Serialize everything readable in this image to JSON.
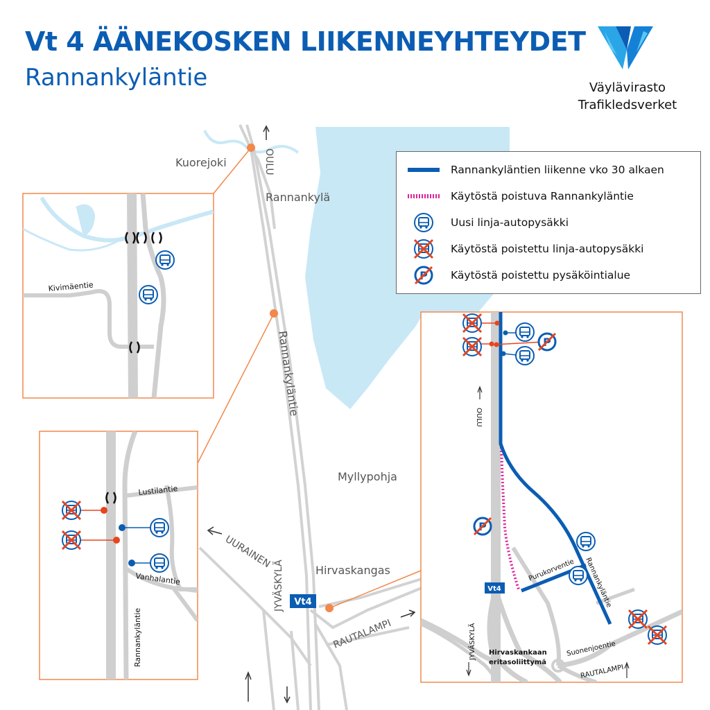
{
  "header": {
    "title": "Vt 4 ÄÄNEKOSKEN LIIKENNEYHTEYDET",
    "subtitle": "Rannankyläntie"
  },
  "logo": {
    "icon": "vaylavirasto-v-logo-icon",
    "line1": "Väylävirasto",
    "line2": "Trafikledsverket"
  },
  "legend": {
    "items": [
      {
        "symbol": "blue-road-line",
        "label": "Rannankyläntien liikenne vko 30 alkaen"
      },
      {
        "symbol": "pink-dotted-line",
        "label": "Käytöstä poistuva Rannankyläntie"
      },
      {
        "symbol": "bus-stop-icon",
        "label": "Uusi linja-autopysäkki"
      },
      {
        "symbol": "removed-bus-stop-icon",
        "label": "Käytöstä poistettu linja-autopysäkki"
      },
      {
        "symbol": "removed-parking-icon",
        "label": "Käytöstä poistettu pysäköintialue"
      }
    ]
  },
  "main_map": {
    "places": [
      "Kuorejoki",
      "Rannankylä",
      "Myllypohja",
      "Hirvaskangas"
    ],
    "road_label": "Rannankyläntie",
    "directions": {
      "north": "OULU",
      "west": "UURAINEN",
      "south": "JYVÄSKYLÄ",
      "east": "RAUTALAMPI"
    },
    "highway_badge": "Vt4"
  },
  "inset_north": {
    "road_label": "Kivimäentie"
  },
  "inset_middle": {
    "road_labels": [
      "Lustilantie",
      "Vanhalantie",
      "Rannankyläntie"
    ]
  },
  "inset_south": {
    "direction_north": "OULU",
    "direction_south": "JYVÄSKYLÄ",
    "direction_east": "RAUTALAMPI",
    "highway_badge": "Vt4",
    "road_labels": [
      "Purukorventie",
      "Rannankyläntie",
      "Suonenjoentie"
    ],
    "junction_line1": "Hirvaskankaan",
    "junction_line2": "eritasoliittymä"
  },
  "colors": {
    "title_blue": "#0b5db3",
    "new_road_blue": "#0b5db3",
    "removed_road_pink": "#e0229a",
    "removed_stop_orange": "#e8441e",
    "callout_orange": "#f2884b",
    "lake_blue": "#c9e8f6",
    "road_grey": "#cfcfcf"
  }
}
